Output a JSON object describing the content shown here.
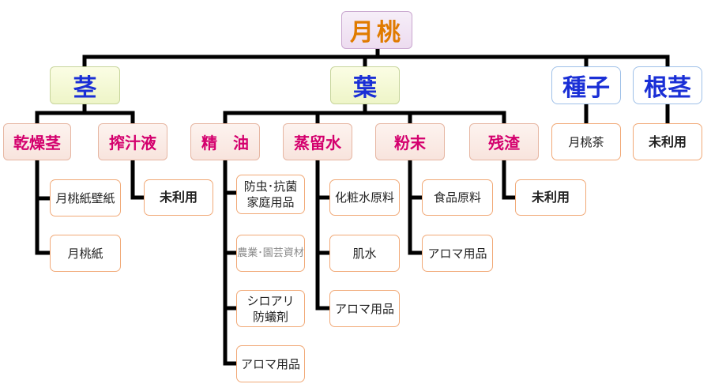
{
  "root": "月桃",
  "stem": {
    "label": "茎",
    "dry_stem": {
      "label": "乾燥茎",
      "uses": [
        "月桃紙壁紙",
        "月桃紙"
      ]
    },
    "pressed_juice": {
      "label": "搾汁液",
      "uses": [
        "未利用"
      ]
    }
  },
  "leaf": {
    "label": "葉",
    "essential_oil": {
      "label": "精　油",
      "uses": [
        "防虫･抗菌\n家庭用品",
        "農業･園芸資材",
        "シロアリ\n防蟻剤",
        "アロマ用品"
      ]
    },
    "distilled_water": {
      "label": "蒸留水",
      "uses": [
        "化粧水原料",
        "肌水",
        "アロマ用品"
      ]
    },
    "powder": {
      "label": "粉末",
      "uses": [
        "食品原料",
        "アロマ用品"
      ]
    },
    "residue": {
      "label": "残渣",
      "uses": [
        "未利用"
      ]
    }
  },
  "seed": {
    "label": "種子",
    "uses": [
      "月桃茶"
    ]
  },
  "rhizome": {
    "label": "根茎",
    "uses": [
      "未利用"
    ]
  }
}
